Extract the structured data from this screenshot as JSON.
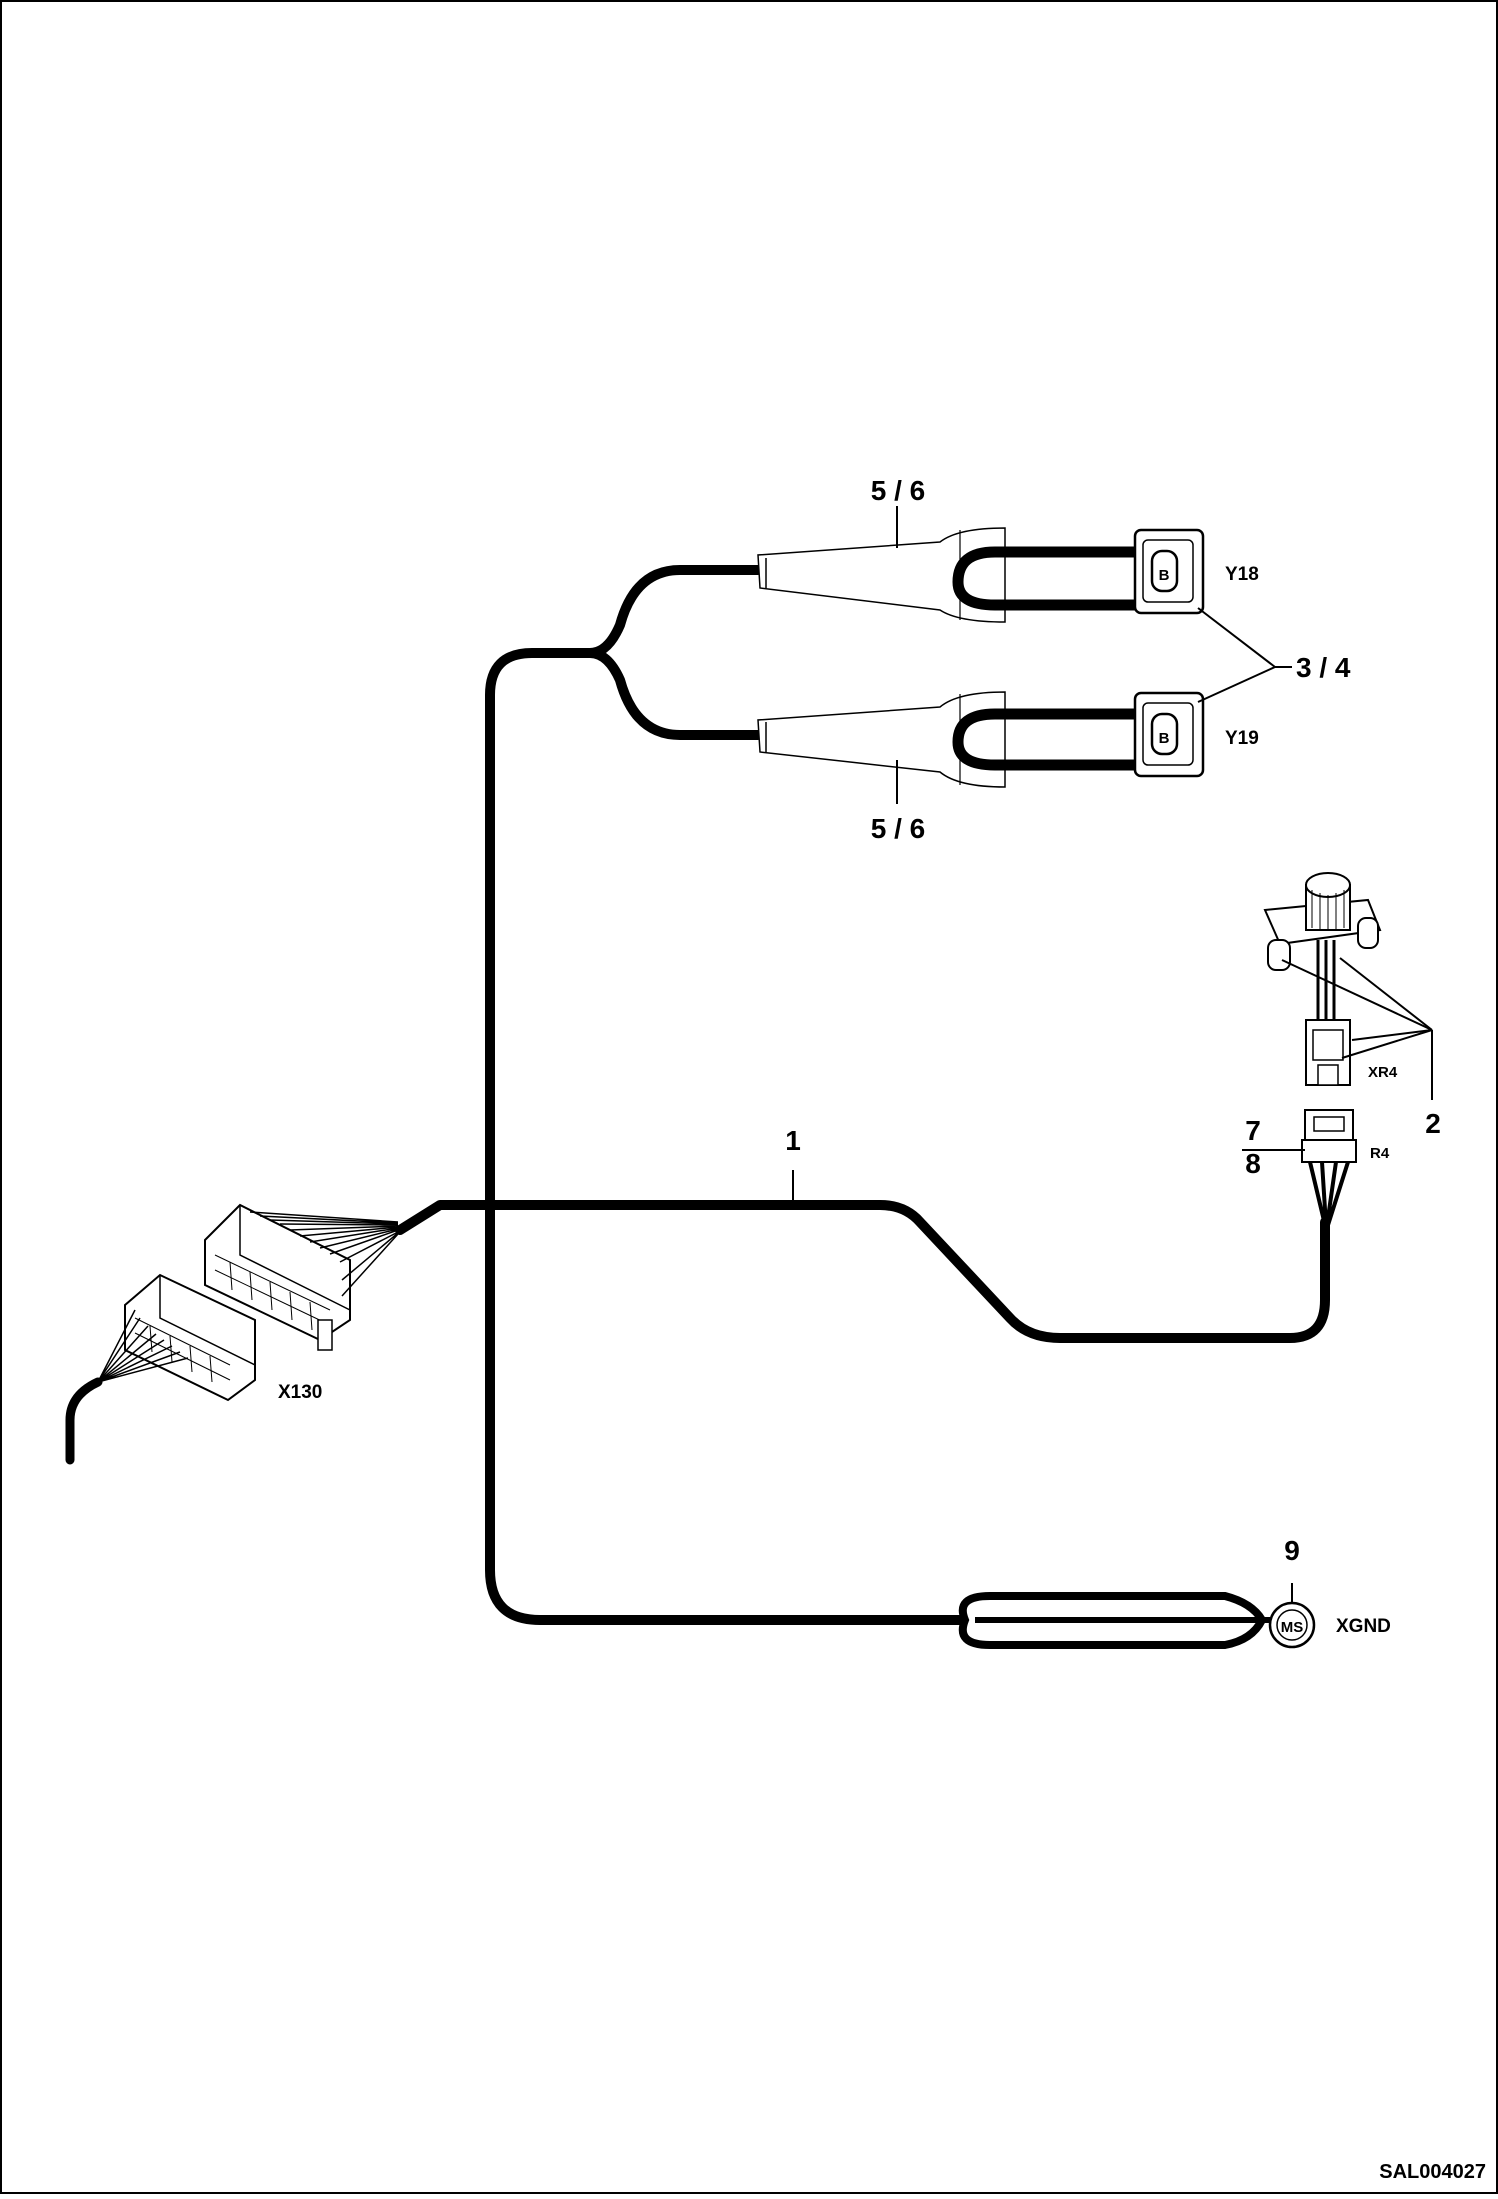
{
  "drawing_code": "SAL004027",
  "callouts": {
    "c1": "1",
    "c2": "2",
    "c34": "3 / 4",
    "c56_top": "5 / 6",
    "c56_bottom": "5 / 6",
    "c7": "7",
    "c8": "8",
    "c9": "9"
  },
  "connectors": {
    "x130": "X130",
    "y18": "Y18",
    "y19": "Y19",
    "xr4": "XR4",
    "r4": "R4",
    "xgnd": "XGND",
    "ms": "MS",
    "valve_b1": "B",
    "valve_b2": "B"
  }
}
